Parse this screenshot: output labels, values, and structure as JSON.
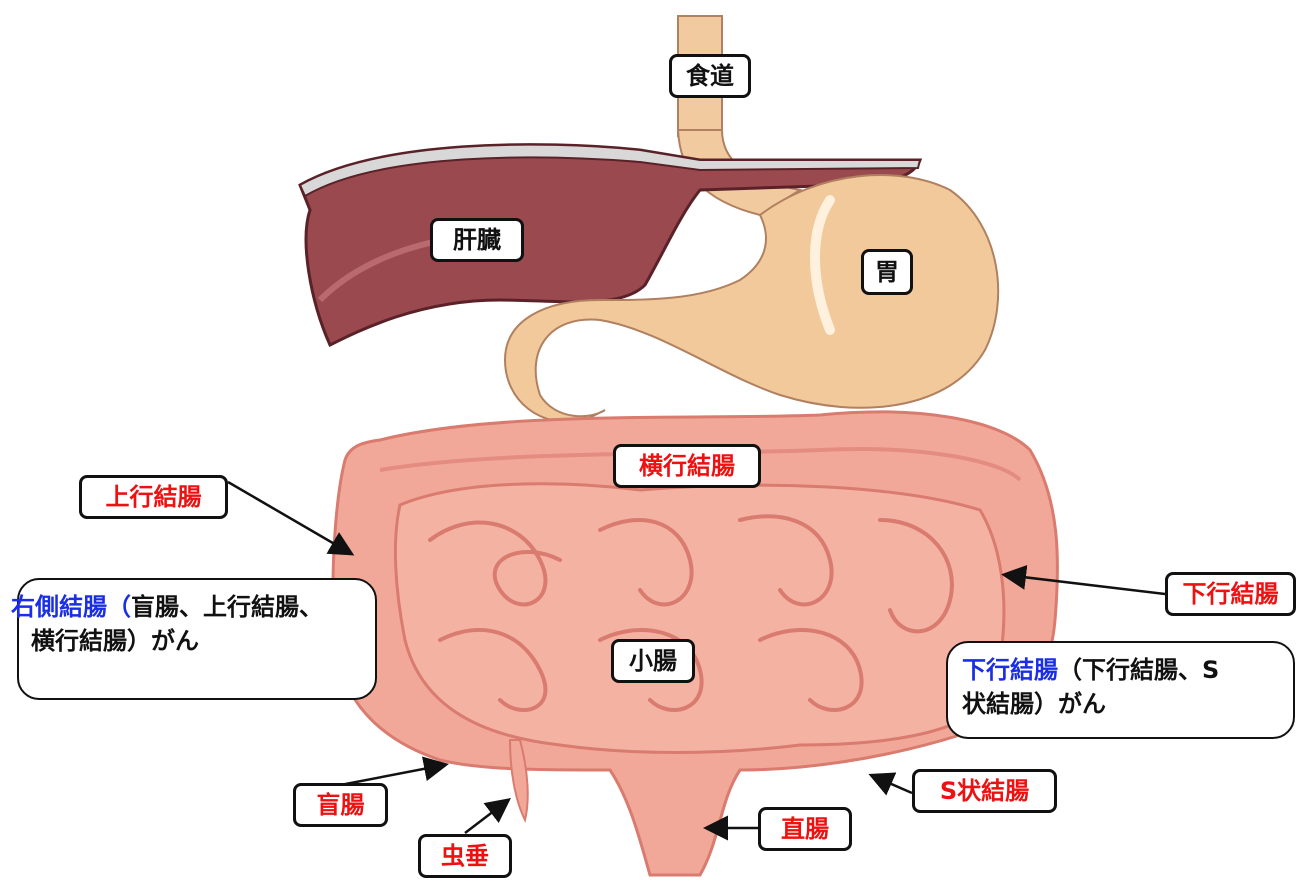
{
  "organs": {
    "esophagus": "食道",
    "liver": "肝臓",
    "stomach": "胃",
    "small_intestine": "小腸"
  },
  "colon_parts": {
    "transverse": "横行結腸",
    "ascending": "上行結腸",
    "descending": "下行結腸",
    "sigmoid": "S状結腸",
    "cecum": "盲腸",
    "appendix": "虫垂",
    "rectum": "直腸"
  },
  "notes": {
    "right": {
      "term": "右側結腸（",
      "line1_rest": "盲腸、上行結腸、",
      "line2": "横行結腸）がん"
    },
    "left": {
      "term": "下行結腸",
      "line1_rest": "（下行結腸、S",
      "line2": "状結腸）がん"
    }
  },
  "colors": {
    "label_red": "#ee1111",
    "term_blue": "#1a2ee6",
    "liver": "#9a4a4e",
    "stomach": "#f2c99b",
    "intestine": "#f2a898"
  }
}
